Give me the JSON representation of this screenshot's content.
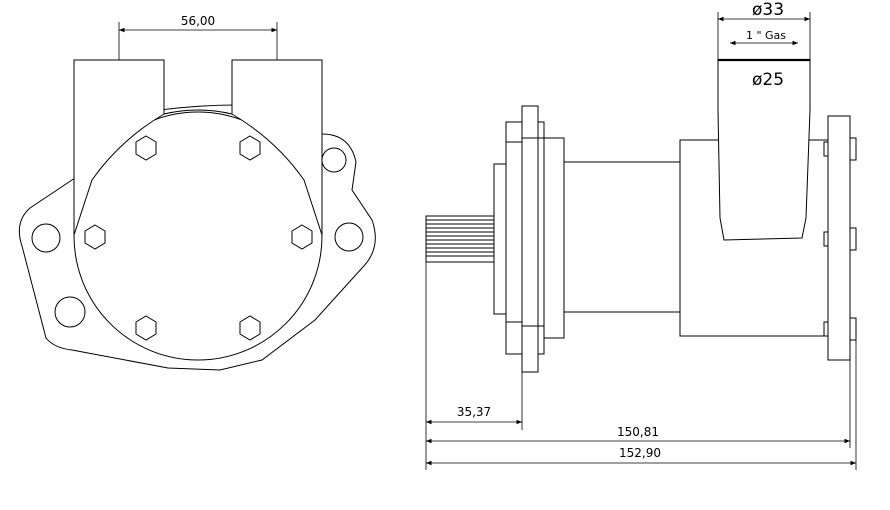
{
  "dimensions": {
    "bolt_spacing": "56,00",
    "outlet_outer": "33",
    "thread_spec": "1 \" Gas",
    "outlet_inner": "25",
    "shaft_length": "35,37",
    "length_body": "150,81",
    "length_total": "152,90"
  },
  "symbols": {
    "diameter": "ø"
  }
}
